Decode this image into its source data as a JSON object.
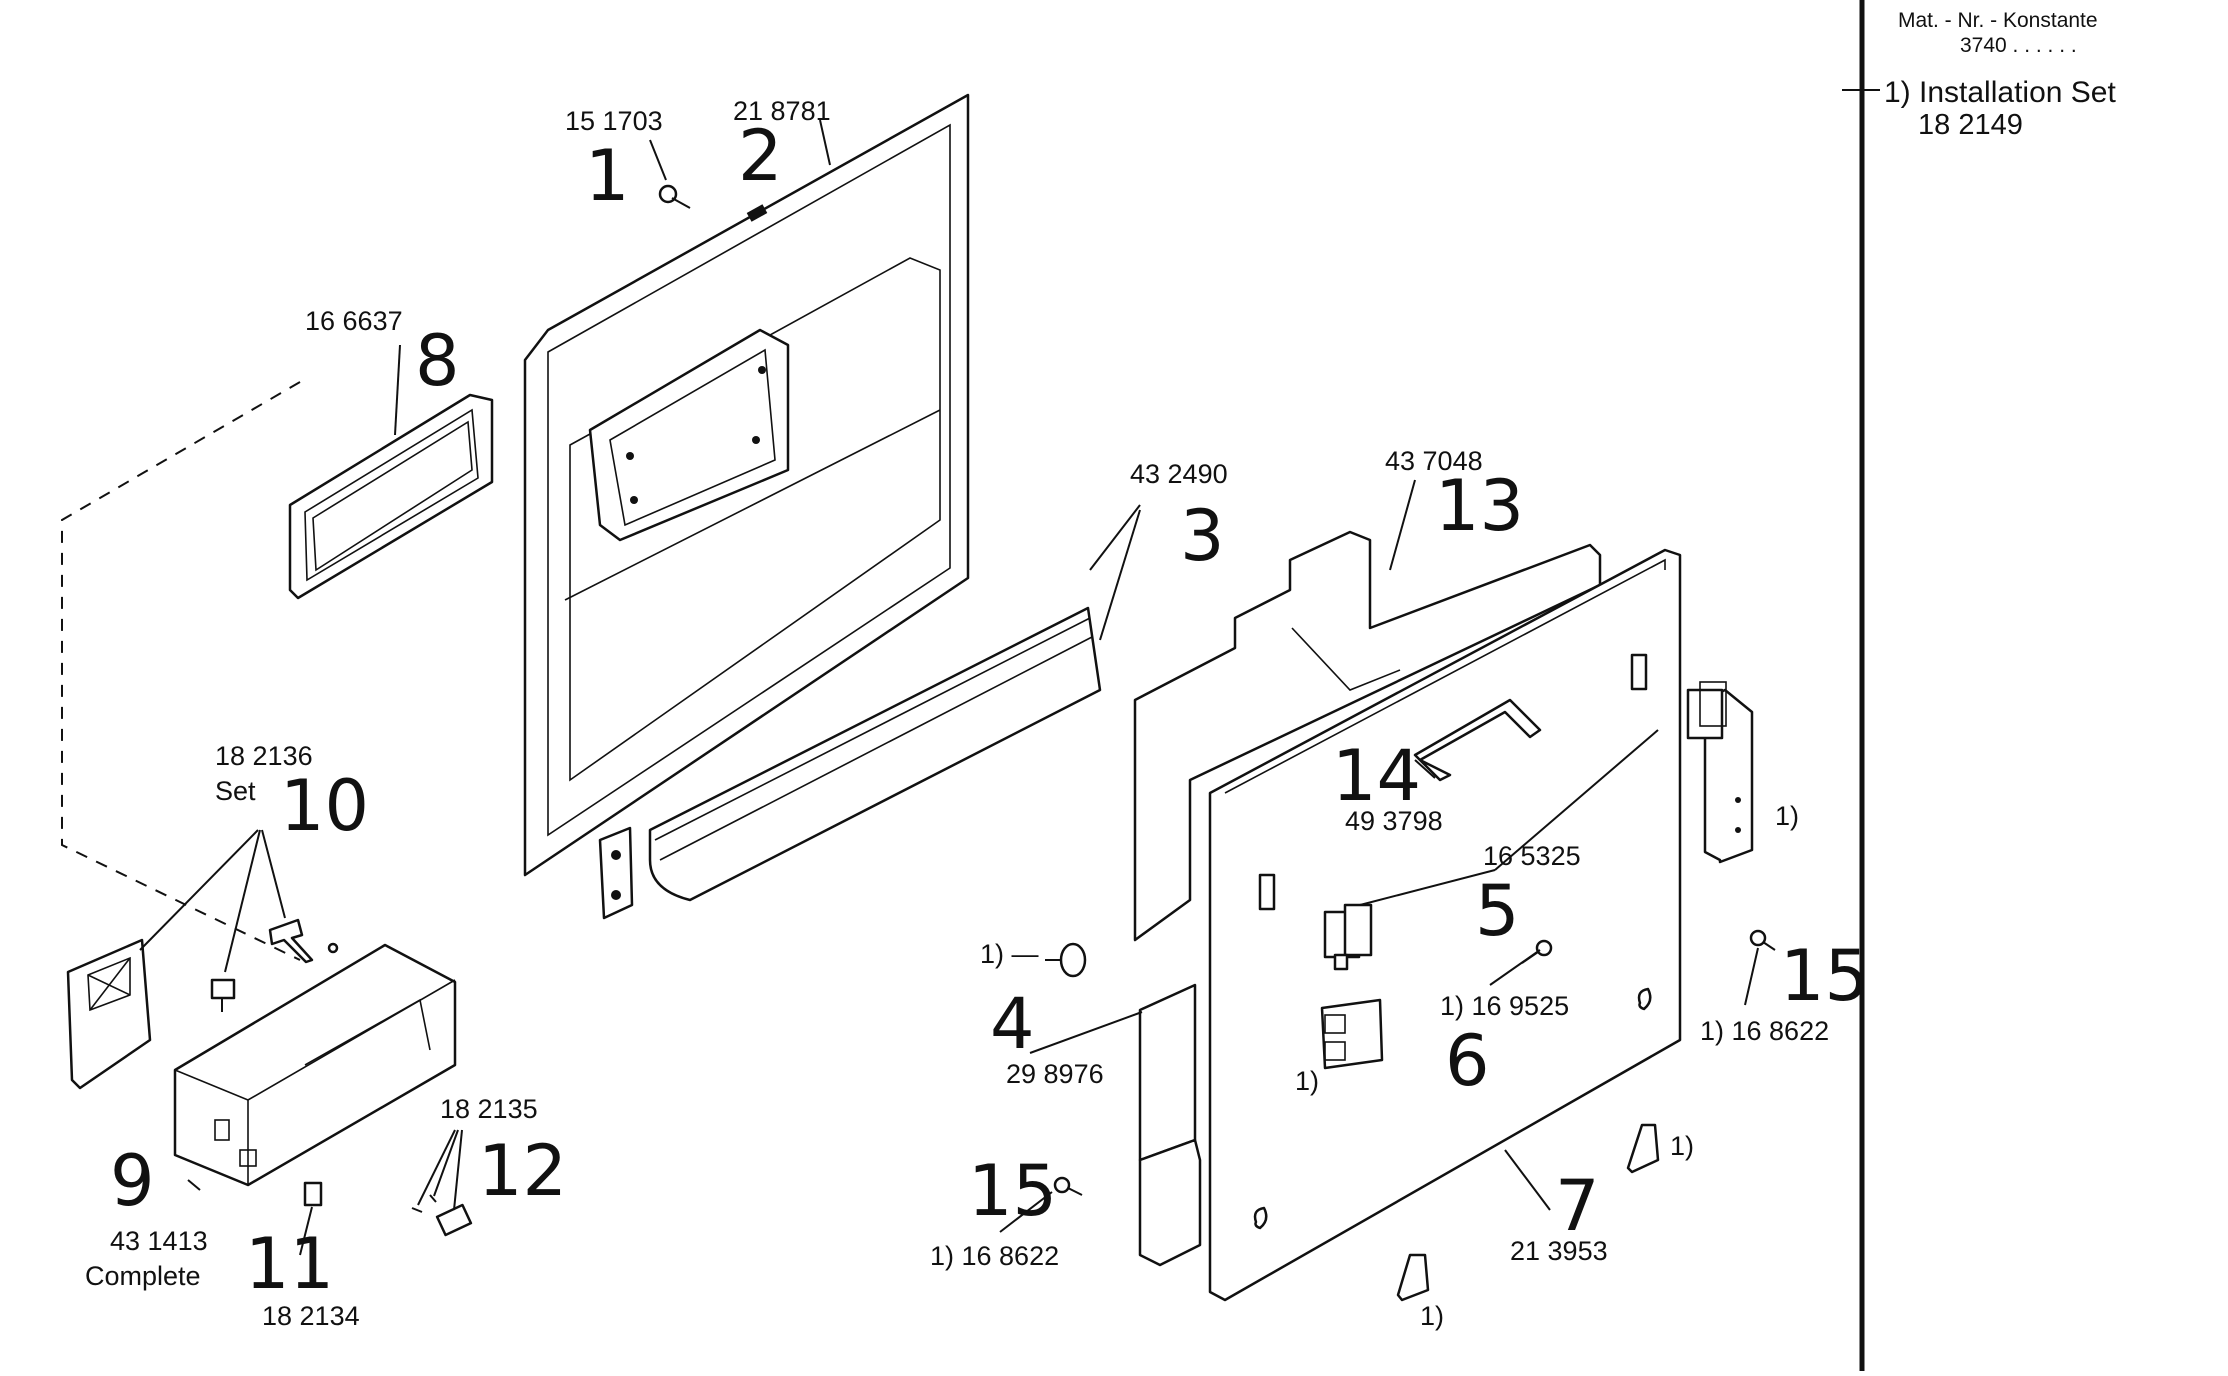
{
  "side_panel": {
    "constant_label": "Mat. - Nr. - Konstante",
    "constant_value": "3740 . . . . . .",
    "note_title": "1) Installation Set",
    "note_number": "18 2149"
  },
  "callouts": {
    "c1": {
      "index": "1",
      "part": "15 1703"
    },
    "c2": {
      "index": "2",
      "part": "21 8781"
    },
    "c3": {
      "index": "3",
      "part": "43 2490"
    },
    "c4": {
      "index": "4",
      "part": "29 8976",
      "note": "1) —"
    },
    "c5": {
      "index": "5",
      "part": "16 5325"
    },
    "c6": {
      "index": "6",
      "part": "1) 16 9525"
    },
    "c7": {
      "index": "7",
      "part": "21 3953"
    },
    "c8": {
      "index": "8",
      "part": "16 6637"
    },
    "c9": {
      "index": "9",
      "part": "43 1413",
      "sub": "Complete"
    },
    "c10": {
      "index": "10",
      "part": "18 2136",
      "sub": "Set"
    },
    "c11": {
      "index": "11",
      "part": "18 2134"
    },
    "c12": {
      "index": "12",
      "part": "18 2135"
    },
    "c13": {
      "index": "13",
      "part": "43 7048"
    },
    "c14": {
      "index": "14",
      "part": "49 3798"
    },
    "c15a": {
      "index": "15",
      "part": "1) 16 8622"
    },
    "c15b": {
      "index": "15",
      "part": "1) 16 8622"
    }
  },
  "install_marks": {
    "m1": "1)",
    "m2": "1)",
    "m3": "1)",
    "m4": "1)"
  }
}
